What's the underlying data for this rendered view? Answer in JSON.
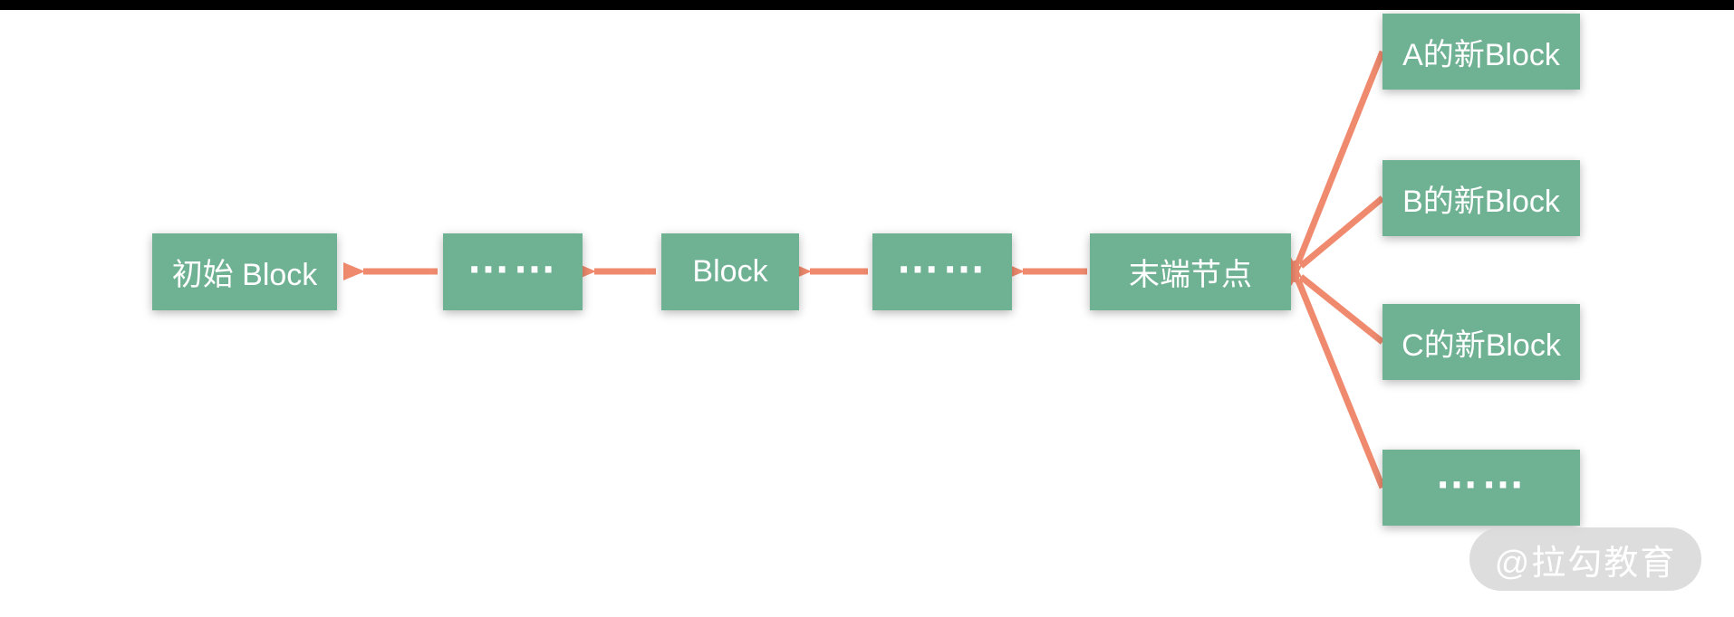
{
  "theme": {
    "background_color": "#ffffff",
    "topbar_color": "#000000",
    "box_color": "#6fb193",
    "box_text_color": "#ffffff",
    "arrow_color": "#ef8a6e",
    "watermark_bg": "#d9d9d9",
    "watermark_text_color": "#ffffff"
  },
  "diagram": {
    "chain": [
      {
        "id": "initial-block",
        "label": "初始 Block"
      },
      {
        "id": "ellipsis-1",
        "label": "……"
      },
      {
        "id": "block",
        "label": "Block"
      },
      {
        "id": "ellipsis-2",
        "label": "……"
      },
      {
        "id": "tail-node",
        "label": "末端节点"
      }
    ],
    "candidates": [
      {
        "id": "new-block-a",
        "label": "A的新Block"
      },
      {
        "id": "new-block-b",
        "label": "B的新Block"
      },
      {
        "id": "new-block-c",
        "label": "C的新Block"
      },
      {
        "id": "ellipsis-3",
        "label": "……"
      }
    ],
    "watermark": "@拉勾教育"
  }
}
